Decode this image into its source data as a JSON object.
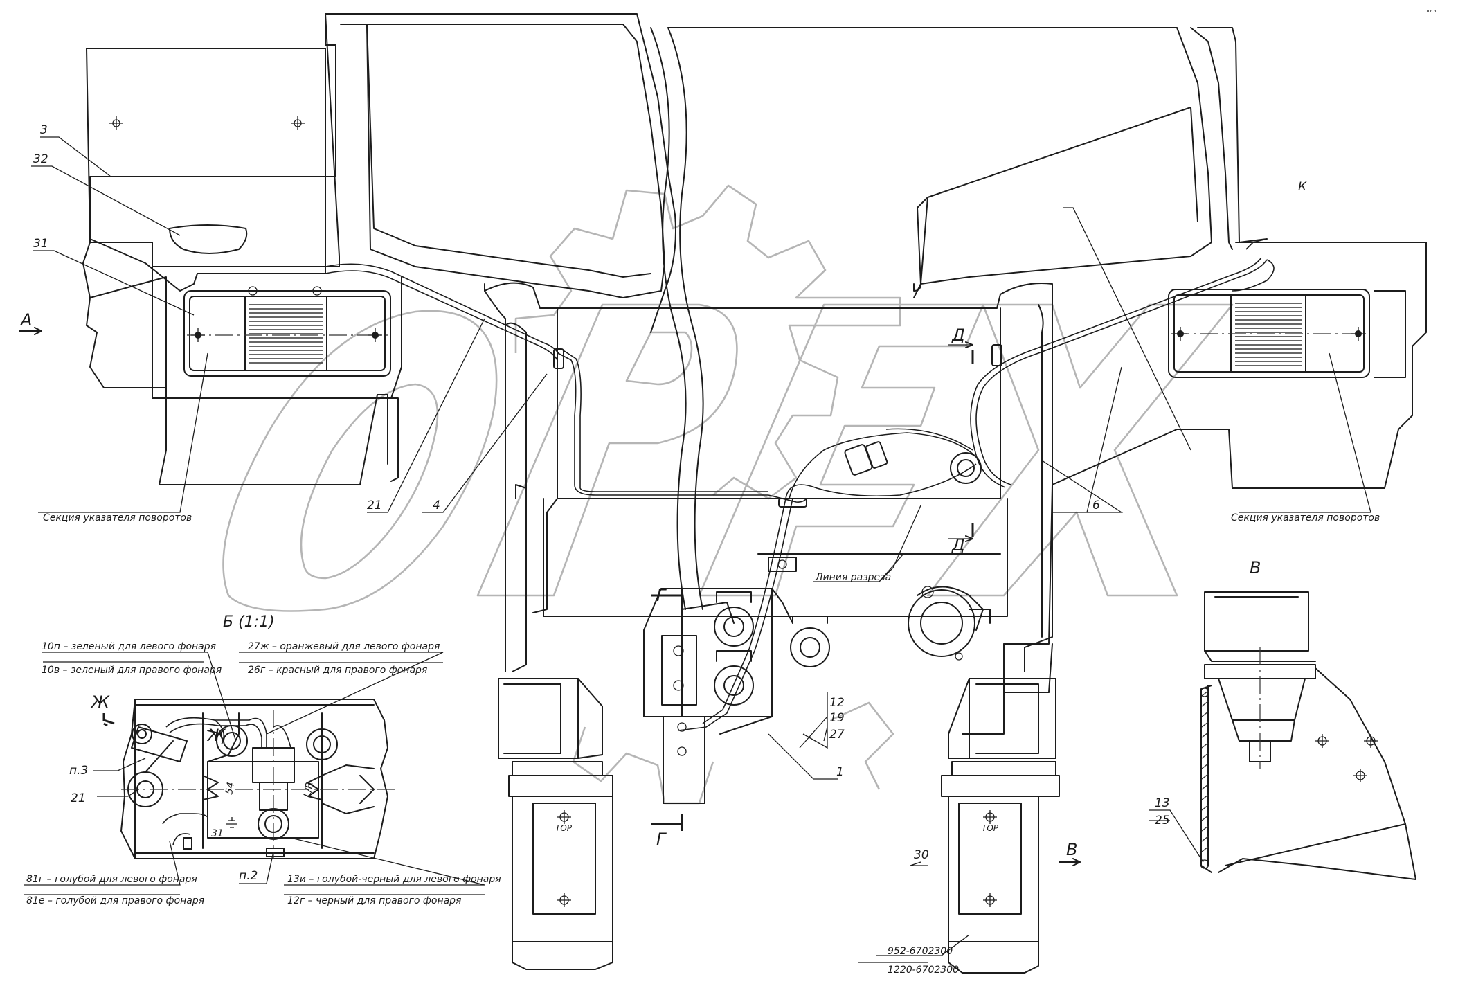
{
  "callouts": {
    "c3": "3",
    "c32": "32",
    "c31": "31",
    "c21": "21",
    "c4": "4",
    "c6": "6",
    "c1": "1",
    "c12": "12",
    "c19": "19",
    "c27": "27",
    "c13": "13",
    "c25": "25",
    "c30": "30",
    "cK": "К",
    "c21b": "21",
    "p3": "п.3",
    "p2": "п.2"
  },
  "section_marks": {
    "A": "А",
    "B_view": "В",
    "B_view2": "В",
    "D_top": "Д",
    "D_bot": "Д",
    "G_top": "Г",
    "G_bot": "Г",
    "Zh": "Ж",
    "Zh_inner": "Ж"
  },
  "labels": {
    "turn_section_left": "Секция указателя поворотов",
    "turn_section_right": "Секция указателя поворотов",
    "section_line": "Линия разреза",
    "detail_b": "Б (1:1)",
    "part_no_1": "952-6702300",
    "part_no_2": "1220-6702300",
    "tor_1": "ТОР",
    "tor_2": "ТОР",
    "ground_31": "31",
    "mark_54": "54",
    "mark_lr": "L/R"
  },
  "wire_notes": {
    "w10p": "10п – зеленый для левого фонаря",
    "w10v": "10в – зеленый для правого фонаря",
    "w27zh": "27ж – оранжевый для левого фонаря",
    "w26g": "26г – красный для правого фонаря",
    "w81g": "81г – голубой для левого фонаря",
    "w81e": "81е – голубой для правого фонаря",
    "w13i": "13и – голубой-черный для левого фонаря",
    "w12g": "12г – черный для правого фонаря"
  },
  "watermark": {
    "text": "ОРЕХ",
    "color": "#b5b5b5"
  },
  "corner_mark": "°°°"
}
